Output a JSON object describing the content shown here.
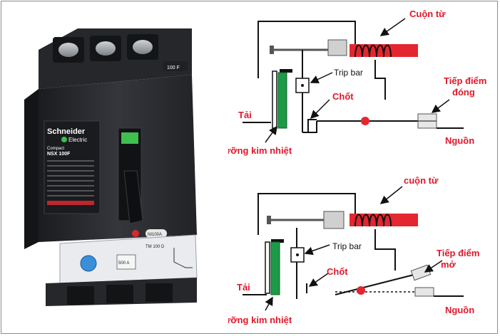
{
  "breaker": {
    "brand": "Schneider",
    "brand_sub": "Electric",
    "series": "Compact",
    "model": "NSX 100F",
    "rating_badge": "100 F",
    "trip_unit_label": "TM 100 D",
    "trip_unit_rating": "500 A",
    "handle_tag": "NI100A"
  },
  "top_diagram": {
    "coil_label": "Cuộn từ",
    "trip_bar_label": "Trip bar",
    "contact_label_line1": "Tiếp điểm",
    "contact_label_line2": "đóng",
    "latch_label": "Chốt",
    "load_label": "Tải",
    "bimetal_label": "Lưỡng kim nhiệt",
    "source_label": "Nguồn"
  },
  "bottom_diagram": {
    "coil_label": "cuộn từ",
    "trip_bar_label": "Trip bar",
    "contact_label_line1": "Tiếp điểm",
    "contact_label_line2": "mở",
    "latch_label": "Chốt",
    "load_label": "Tải",
    "bimetal_label": "Lưỡng kim nhiệt",
    "source_label": "Nguồn"
  },
  "colors": {
    "label_red": "#e0182a",
    "coil_red": "#e3262f",
    "bimetal_green": "#1d9a46",
    "breaker_body": "#2b2d31",
    "line_black": "#111111"
  }
}
